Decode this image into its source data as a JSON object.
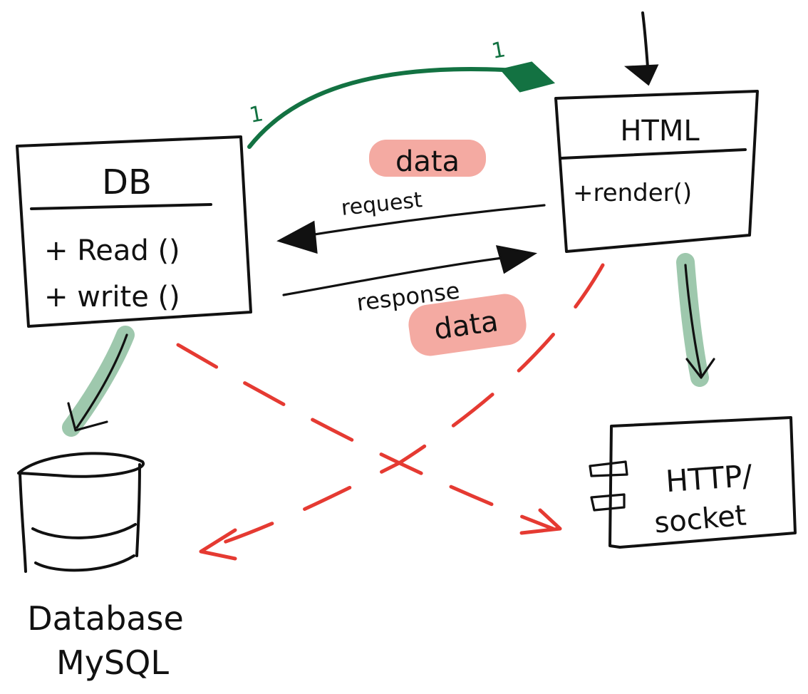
{
  "colors": {
    "ink": "#111111",
    "association": "#137242",
    "dependency": "#e53a32",
    "highlight_green": "#9ec8ad",
    "highlight_pink": "#f4aaa2"
  },
  "db_class": {
    "name": "DB",
    "methods": [
      "+ Read ()",
      "+ write ()"
    ]
  },
  "html_class": {
    "name": "HTML",
    "methods": [
      "+render()"
    ]
  },
  "association": {
    "source_multiplicity": "1",
    "target_multiplicity": "1"
  },
  "messages": {
    "request": {
      "highlight": "data",
      "label": "request"
    },
    "response": {
      "label": "response",
      "highlight": "data"
    }
  },
  "database": {
    "label_line1": "Database",
    "label_line2": "MySQL"
  },
  "component": {
    "label_line1": "HTTP/",
    "label_line2": "socket"
  }
}
